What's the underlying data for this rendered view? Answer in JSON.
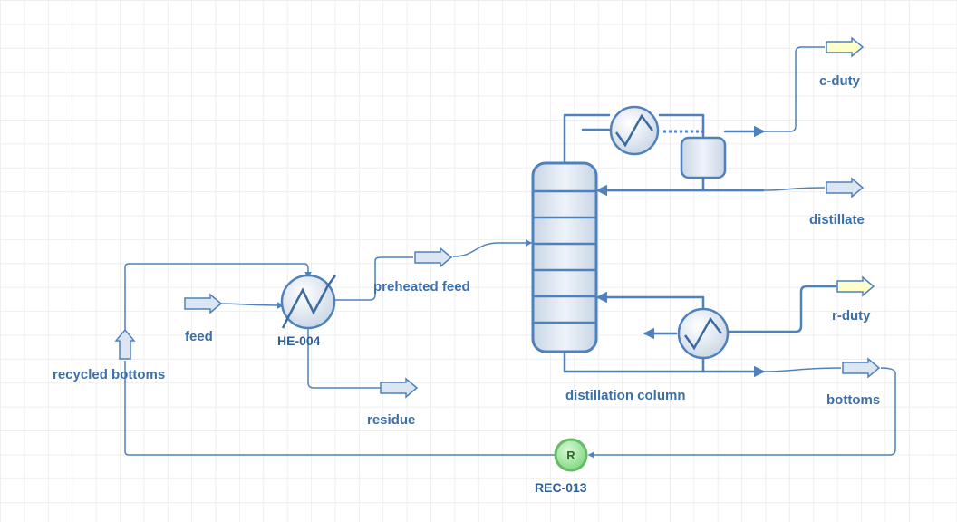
{
  "diagram": {
    "equipment": {
      "heat_exchanger": "HE-004",
      "column": "distillation column",
      "recycle": "REC-013",
      "recycle_symbol": "R"
    },
    "streams": {
      "feed": "feed",
      "preheated_feed": "preheated feed",
      "residue": "residue",
      "recycled_bottoms": "recycled bottoms",
      "c_duty": "c-duty",
      "distillate": "distillate",
      "r_duty": "r-duty",
      "bottoms": "bottoms"
    }
  },
  "colors": {
    "pipe": "#4f81bd",
    "material_arrow_fill": "#dce6f2",
    "energy_arrow_fill": "#ffffcc",
    "recycle_fill": "#9be39b",
    "label": "#3d6fa8"
  }
}
